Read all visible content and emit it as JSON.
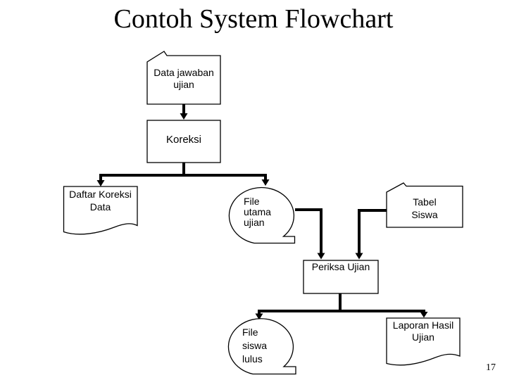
{
  "title": "Contoh System Flowchart",
  "page_number": "17",
  "colors": {
    "background": "#ffffff",
    "line": "#000000",
    "text": "#000000"
  },
  "flowchart": {
    "nodes": [
      {
        "id": "data-jawaban-ujian",
        "type": "card",
        "label": "Data jawaban\nujian"
      },
      {
        "id": "koreksi",
        "type": "process",
        "label": "Koreksi"
      },
      {
        "id": "daftar-koreksi-data",
        "type": "document",
        "label": "Daftar Koreksi\nData"
      },
      {
        "id": "file-utama-ujian",
        "type": "magnetic-tape",
        "label": "File\nutama\nujian"
      },
      {
        "id": "tabel-siswa",
        "type": "card",
        "label": "Tabel\nSiswa"
      },
      {
        "id": "periksa-ujian",
        "type": "process",
        "label": "Periksa Ujian"
      },
      {
        "id": "file-siswa-lulus",
        "type": "magnetic-tape",
        "label": "File\nsiswa\nlulus"
      },
      {
        "id": "laporan-hasil-ujian",
        "type": "document",
        "label": "Laporan Hasil\nUjian"
      }
    ],
    "edges": [
      {
        "from": "data-jawaban-ujian",
        "to": "koreksi"
      },
      {
        "from": "koreksi",
        "to": "daftar-koreksi-data"
      },
      {
        "from": "koreksi",
        "to": "file-utama-ujian"
      },
      {
        "from": "file-utama-ujian",
        "to": "periksa-ujian"
      },
      {
        "from": "tabel-siswa",
        "to": "periksa-ujian"
      },
      {
        "from": "periksa-ujian",
        "to": "file-siswa-lulus"
      },
      {
        "from": "periksa-ujian",
        "to": "laporan-hasil-ujian"
      }
    ]
  }
}
